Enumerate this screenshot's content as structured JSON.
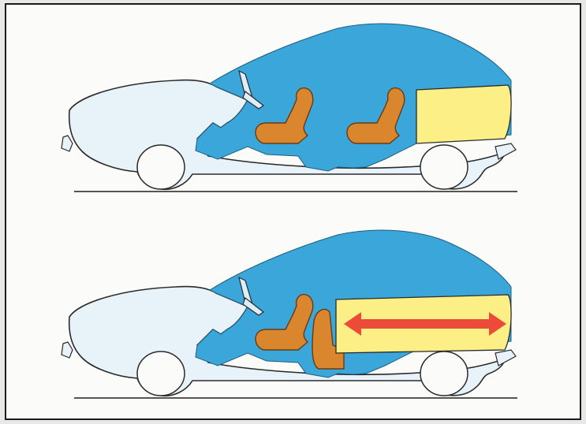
{
  "colors": {
    "page_background": "#fbfbf9",
    "frame": "#1c1c1c",
    "car_body": "#e7f3f9",
    "car_outline": "#2a2a2a",
    "passenger_space": "#3aa6da",
    "seat": "#d9862f",
    "seat_outline": "#6b3a10",
    "luggage_space": "#fbef86",
    "arrow": "#ec4b3a",
    "ground_line": "#1e1e1e"
  },
  "panels": [
    {
      "id": "top",
      "rear_seats": "upright",
      "luggage_compartment": "standard",
      "arrow_shown": false
    },
    {
      "id": "bottom",
      "rear_seats": "folded",
      "luggage_compartment": "extended",
      "arrow_shown": true,
      "arrow_direction": "both"
    }
  ],
  "icons": {
    "seat": "car-seat-icon",
    "luggage": "luggage-area-icon",
    "arrow": "double-arrow-icon"
  }
}
